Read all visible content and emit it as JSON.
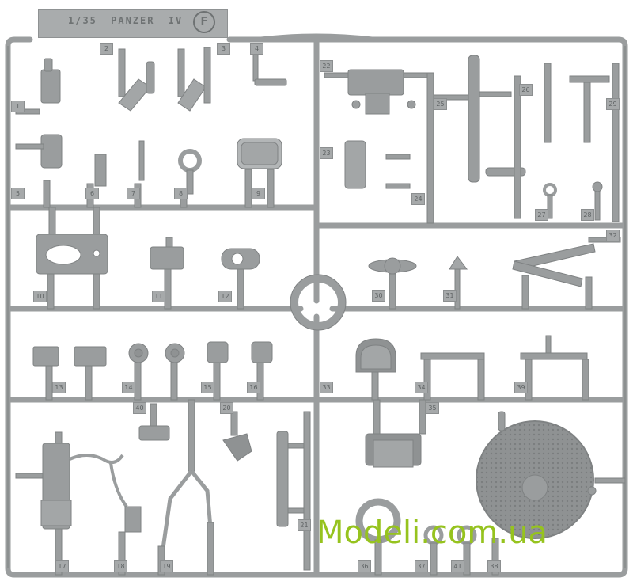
{
  "sprue": {
    "scale_label": "1/35",
    "model_label": "PANZER",
    "variant_label": "IV",
    "sprue_letter": "F"
  },
  "part_numbers": [
    "1",
    "2",
    "3",
    "4",
    "5",
    "6",
    "7",
    "8",
    "9",
    "10",
    "11",
    "12",
    "13",
    "14",
    "15",
    "16",
    "17",
    "18",
    "19",
    "20",
    "21",
    "22",
    "23",
    "24",
    "25",
    "26",
    "27",
    "28",
    "29",
    "30",
    "31",
    "32",
    "33",
    "34",
    "35",
    "36",
    "37",
    "38",
    "39",
    "40",
    "41"
  ],
  "watermark": "Modeli.com.ua",
  "colors": {
    "plastic": "#9a9d9e",
    "plastic_dark": "#7f8283",
    "plastic_light": "#b3b6b7",
    "background": "#ffffff",
    "watermark": "#96c31e"
  }
}
